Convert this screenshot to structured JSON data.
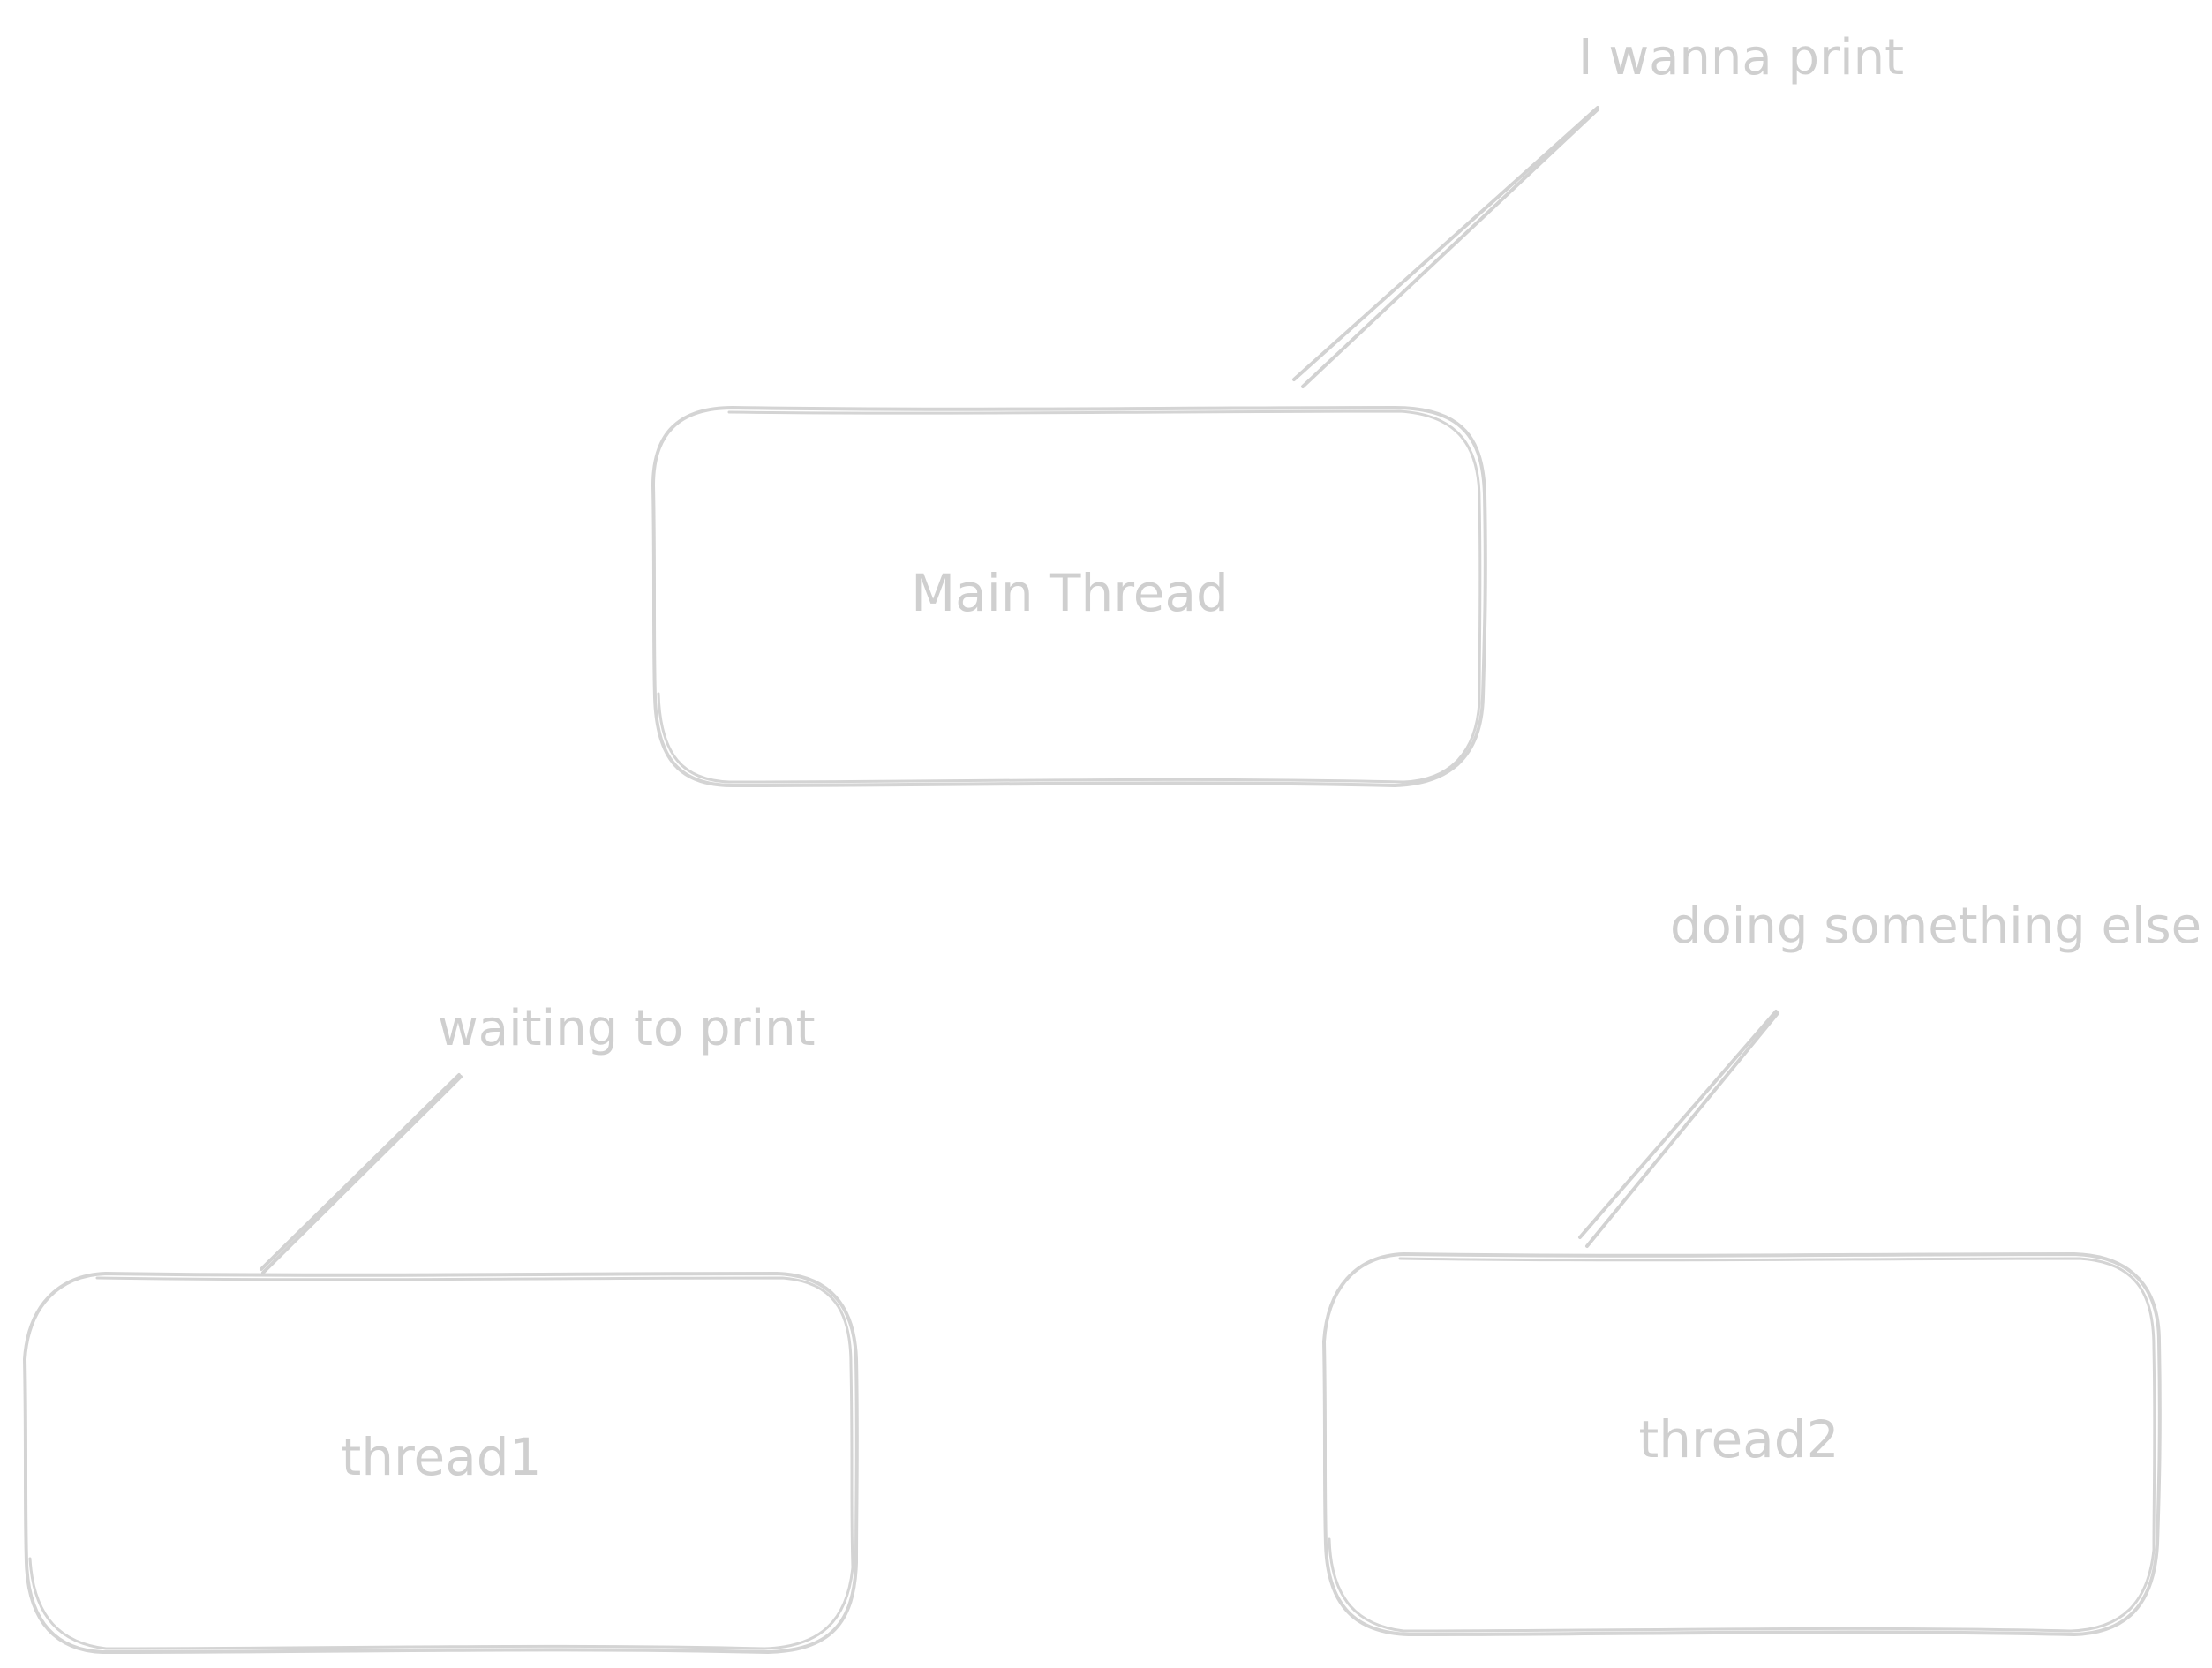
{
  "diagram": {
    "nodes": [
      {
        "id": "main",
        "label": "Main Thread"
      },
      {
        "id": "thread1",
        "label": "thread1"
      },
      {
        "id": "thread2",
        "label": "thread2"
      }
    ],
    "notes": [
      {
        "id": "main-note",
        "text": "I wanna print",
        "attached_to": "main"
      },
      {
        "id": "thread1-note",
        "text": "waiting to print",
        "attached_to": "thread1"
      },
      {
        "id": "thread2-note",
        "text": "doing something else",
        "attached_to": "thread2"
      }
    ]
  },
  "colors": {
    "stroke": "#d4d4d4",
    "text": "#cfcfcf",
    "background": "#ffffff"
  }
}
